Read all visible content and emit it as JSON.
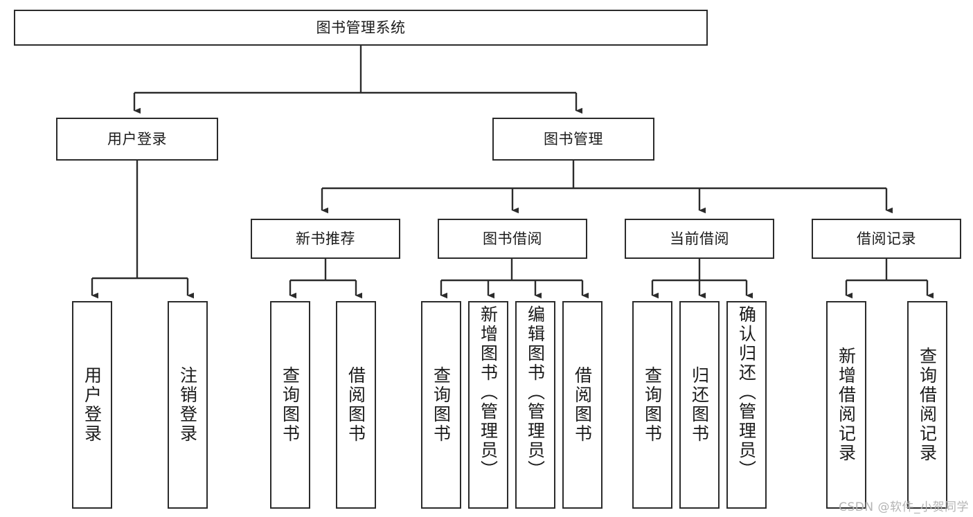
{
  "diagram": {
    "title_text": "图书管理系统",
    "type": "tree-hierarchy-diagram",
    "colors": {
      "box_border": "#2b2b2b",
      "box_fill": "#ffffff",
      "edge": "#2b2b2b",
      "text": "#1b1b1b",
      "watermark": "#b4b4b4",
      "background": "#ffffff"
    },
    "nodes": {
      "root": {
        "label": "图书管理系统"
      },
      "level2": [
        {
          "id": "user-login",
          "label": "用户登录"
        },
        {
          "id": "book-management",
          "label": "图书管理"
        }
      ],
      "level3": [
        {
          "id": "new-book-recommend",
          "label": "新书推荐"
        },
        {
          "id": "book-borrow",
          "label": "图书借阅"
        },
        {
          "id": "current-borrow",
          "label": "当前借阅"
        },
        {
          "id": "borrow-record",
          "label": "借阅记录"
        }
      ],
      "leaves": [
        {
          "id": "leaf-user-login",
          "label": "用户登录",
          "parent": "user-login"
        },
        {
          "id": "leaf-logout-login",
          "label": "注销登录",
          "parent": "user-login"
        },
        {
          "id": "leaf-query-book-1",
          "label": "查询图书",
          "parent": "new-book-recommend"
        },
        {
          "id": "leaf-borrow-book-1",
          "label": "借阅图书",
          "parent": "new-book-recommend"
        },
        {
          "id": "leaf-query-book-2",
          "label": "查询图书",
          "parent": "book-borrow"
        },
        {
          "id": "leaf-add-book",
          "label": "新增图书（管理员）",
          "parent": "book-borrow"
        },
        {
          "id": "leaf-edit-book",
          "label": "编辑图书（管理员）",
          "parent": "book-borrow"
        },
        {
          "id": "leaf-borrow-book-2",
          "label": "借阅图书",
          "parent": "book-borrow"
        },
        {
          "id": "leaf-query-book-3",
          "label": "查询图书",
          "parent": "current-borrow"
        },
        {
          "id": "leaf-return-book",
          "label": "归还图书",
          "parent": "current-borrow"
        },
        {
          "id": "leaf-confirm-return",
          "label": "确认归还（管理员）",
          "parent": "current-borrow"
        },
        {
          "id": "leaf-add-record",
          "label": "新增借阅记录",
          "parent": "borrow-record"
        },
        {
          "id": "leaf-query-record",
          "label": "查询借阅记录",
          "parent": "borrow-record"
        }
      ]
    },
    "watermark": {
      "text": "CSDN @软件_小贺同学"
    }
  }
}
